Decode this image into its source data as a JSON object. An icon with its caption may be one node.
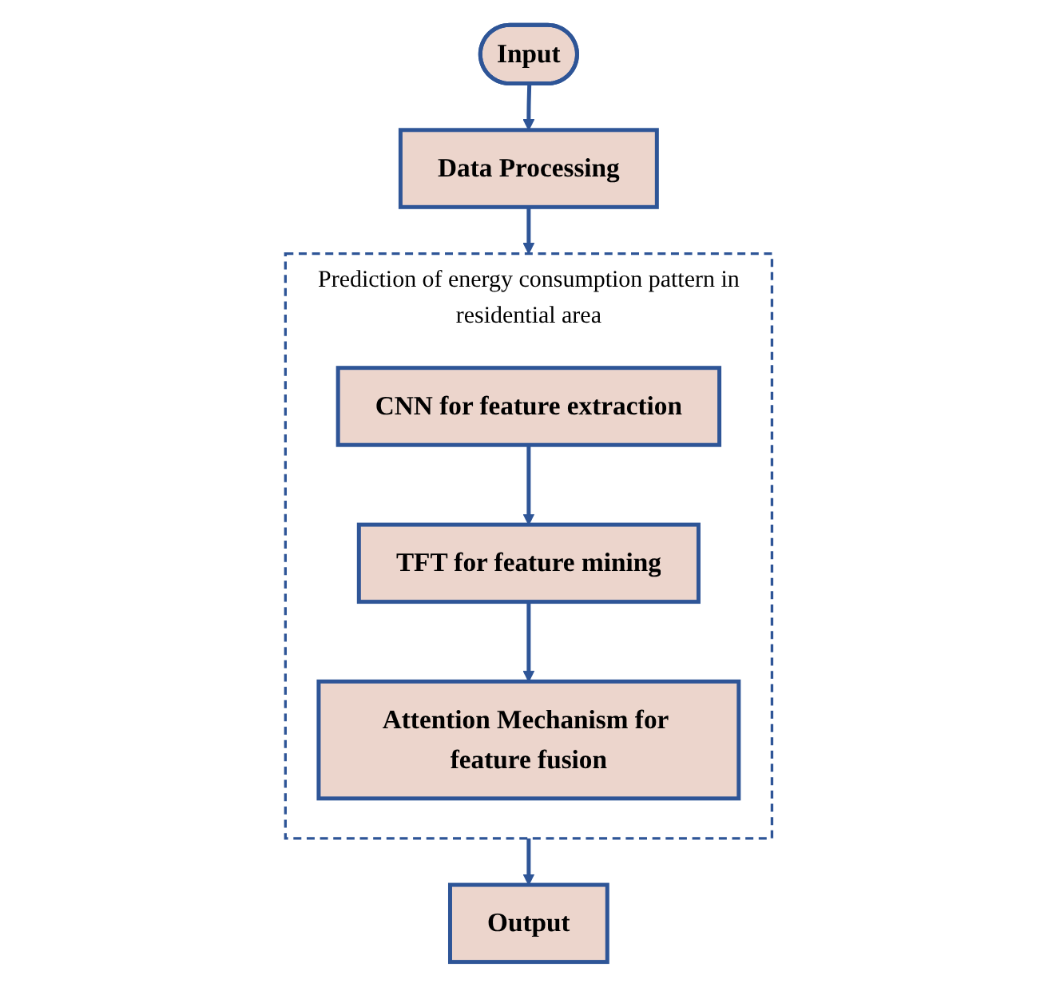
{
  "diagram": {
    "nodes": [
      {
        "text": [
          "Input"
        ]
      },
      {
        "text": [
          "Data Processing"
        ]
      },
      {
        "text": [
          "Prediction of energy consumption pattern in residential area"
        ]
      },
      {
        "text": [
          "CNN for feature extraction"
        ],
        "in": 2
      },
      {
        "text": [
          "TFT for feature mining"
        ],
        "in": 2
      },
      {
        "text": [
          "Attention Mechanism for feature fusion"
        ],
        "in": 2
      },
      {
        "text": [
          "Output"
        ]
      }
    ],
    "edges": [
      {
        "from": 0,
        "to": 1,
        "arrow": "to"
      },
      {
        "from": 1,
        "to": 2,
        "arrow": "to"
      },
      {
        "from": 3,
        "to": 4,
        "arrow": "to"
      },
      {
        "from": 4,
        "to": 5,
        "arrow": "to"
      },
      {
        "from": 2,
        "to": 6,
        "arrow": "to"
      }
    ]
  }
}
